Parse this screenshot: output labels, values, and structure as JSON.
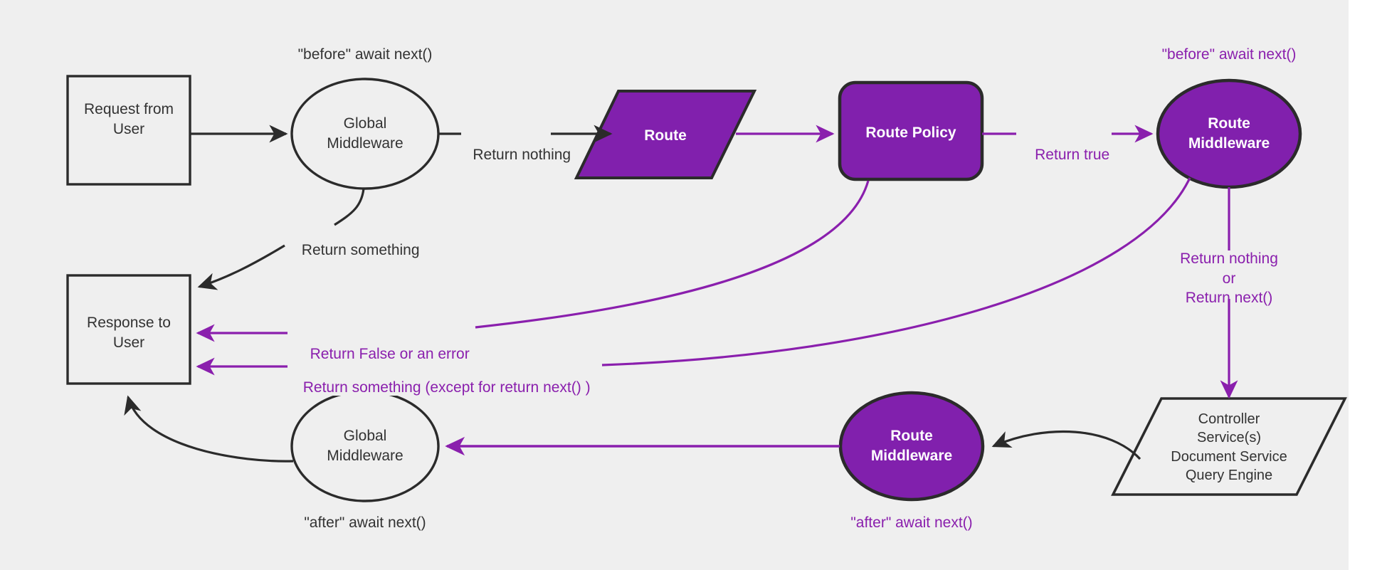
{
  "diagram": {
    "background_color": "#efefef",
    "accent_color": "#8a1fad",
    "dark_color": "#333333",
    "nodes": {
      "request_from_user": "Request from\nUser",
      "global_middleware_top": "Global\nMiddleware",
      "route": "Route",
      "route_policy": "Route Policy",
      "route_middleware_top": "Route\nMiddleware",
      "response_to_user": "Response to\nUser",
      "global_middleware_bottom": "Global\nMiddleware",
      "route_middleware_bottom": "Route\nMiddleware",
      "controller_stack": "Controller\nService(s)\nDocument Service\nQuery Engine"
    },
    "annotations": {
      "before_await_next_dark": "\"before\" await next()",
      "before_await_next_purple": "\"before\" await next()",
      "after_await_next_dark": "\"after\" await next()",
      "after_await_next_purple": "\"after\" await next()"
    },
    "edge_labels": {
      "return_nothing": "Return nothing",
      "return_something_top": "Return something",
      "return_true": "Return true",
      "return_false_or_error": "Return False or an error",
      "return_something_except": "Return something (except for return next() )",
      "return_nothing_or_next": "Return nothing\nor\nReturn next()"
    }
  }
}
